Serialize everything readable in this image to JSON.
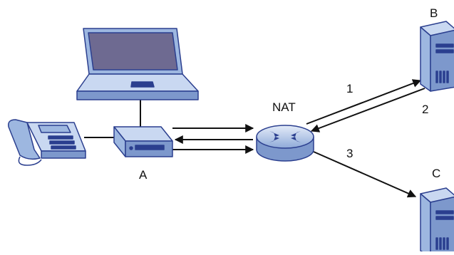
{
  "labels": {
    "nat": "NAT",
    "device_a": "A",
    "server_b": "B",
    "server_c": "C",
    "flow_1": "1",
    "flow_2": "2",
    "flow_3": "3"
  },
  "icons": {
    "laptop": "laptop-icon",
    "phone": "telephone-icon",
    "gateway": "gateway-device-icon",
    "router": "nat-router-icon",
    "server_b": "server-icon",
    "server_c": "server-icon"
  },
  "colors": {
    "device_blue": "#9db7e0",
    "device_dark": "#2b3f8f",
    "screen": "#6e6a91",
    "line": "#111111"
  }
}
